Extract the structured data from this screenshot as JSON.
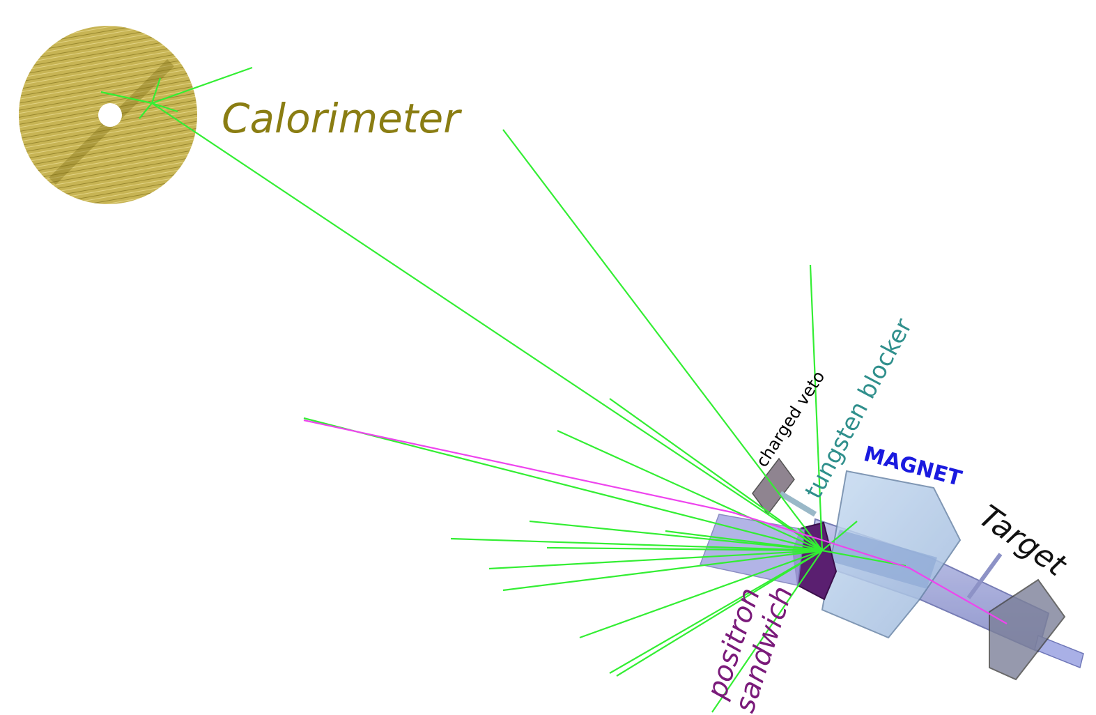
{
  "labels": {
    "calorimeter": "Calorimeter",
    "charged_veto": "charged veto",
    "tungsten_blocker": "tungsten blocker",
    "magnet": "MAGNET",
    "target": "Target",
    "positron": "positron",
    "sandwich": "sandwich"
  },
  "colors": {
    "calorimeter": "#8a7d12",
    "calorimeter_fill": "#b8a53a",
    "charged_veto": "#000000",
    "tungsten_blocker": "#2f8f8c",
    "magnet": "#1a1adf",
    "target": "#111111",
    "positron_sandwich": "#7a1a7a",
    "photon_track": "#33ee33",
    "positron_track": "#ee44ee",
    "magnet_body": "#a9c6e6",
    "beam_pipe": "#9ea6d8"
  }
}
